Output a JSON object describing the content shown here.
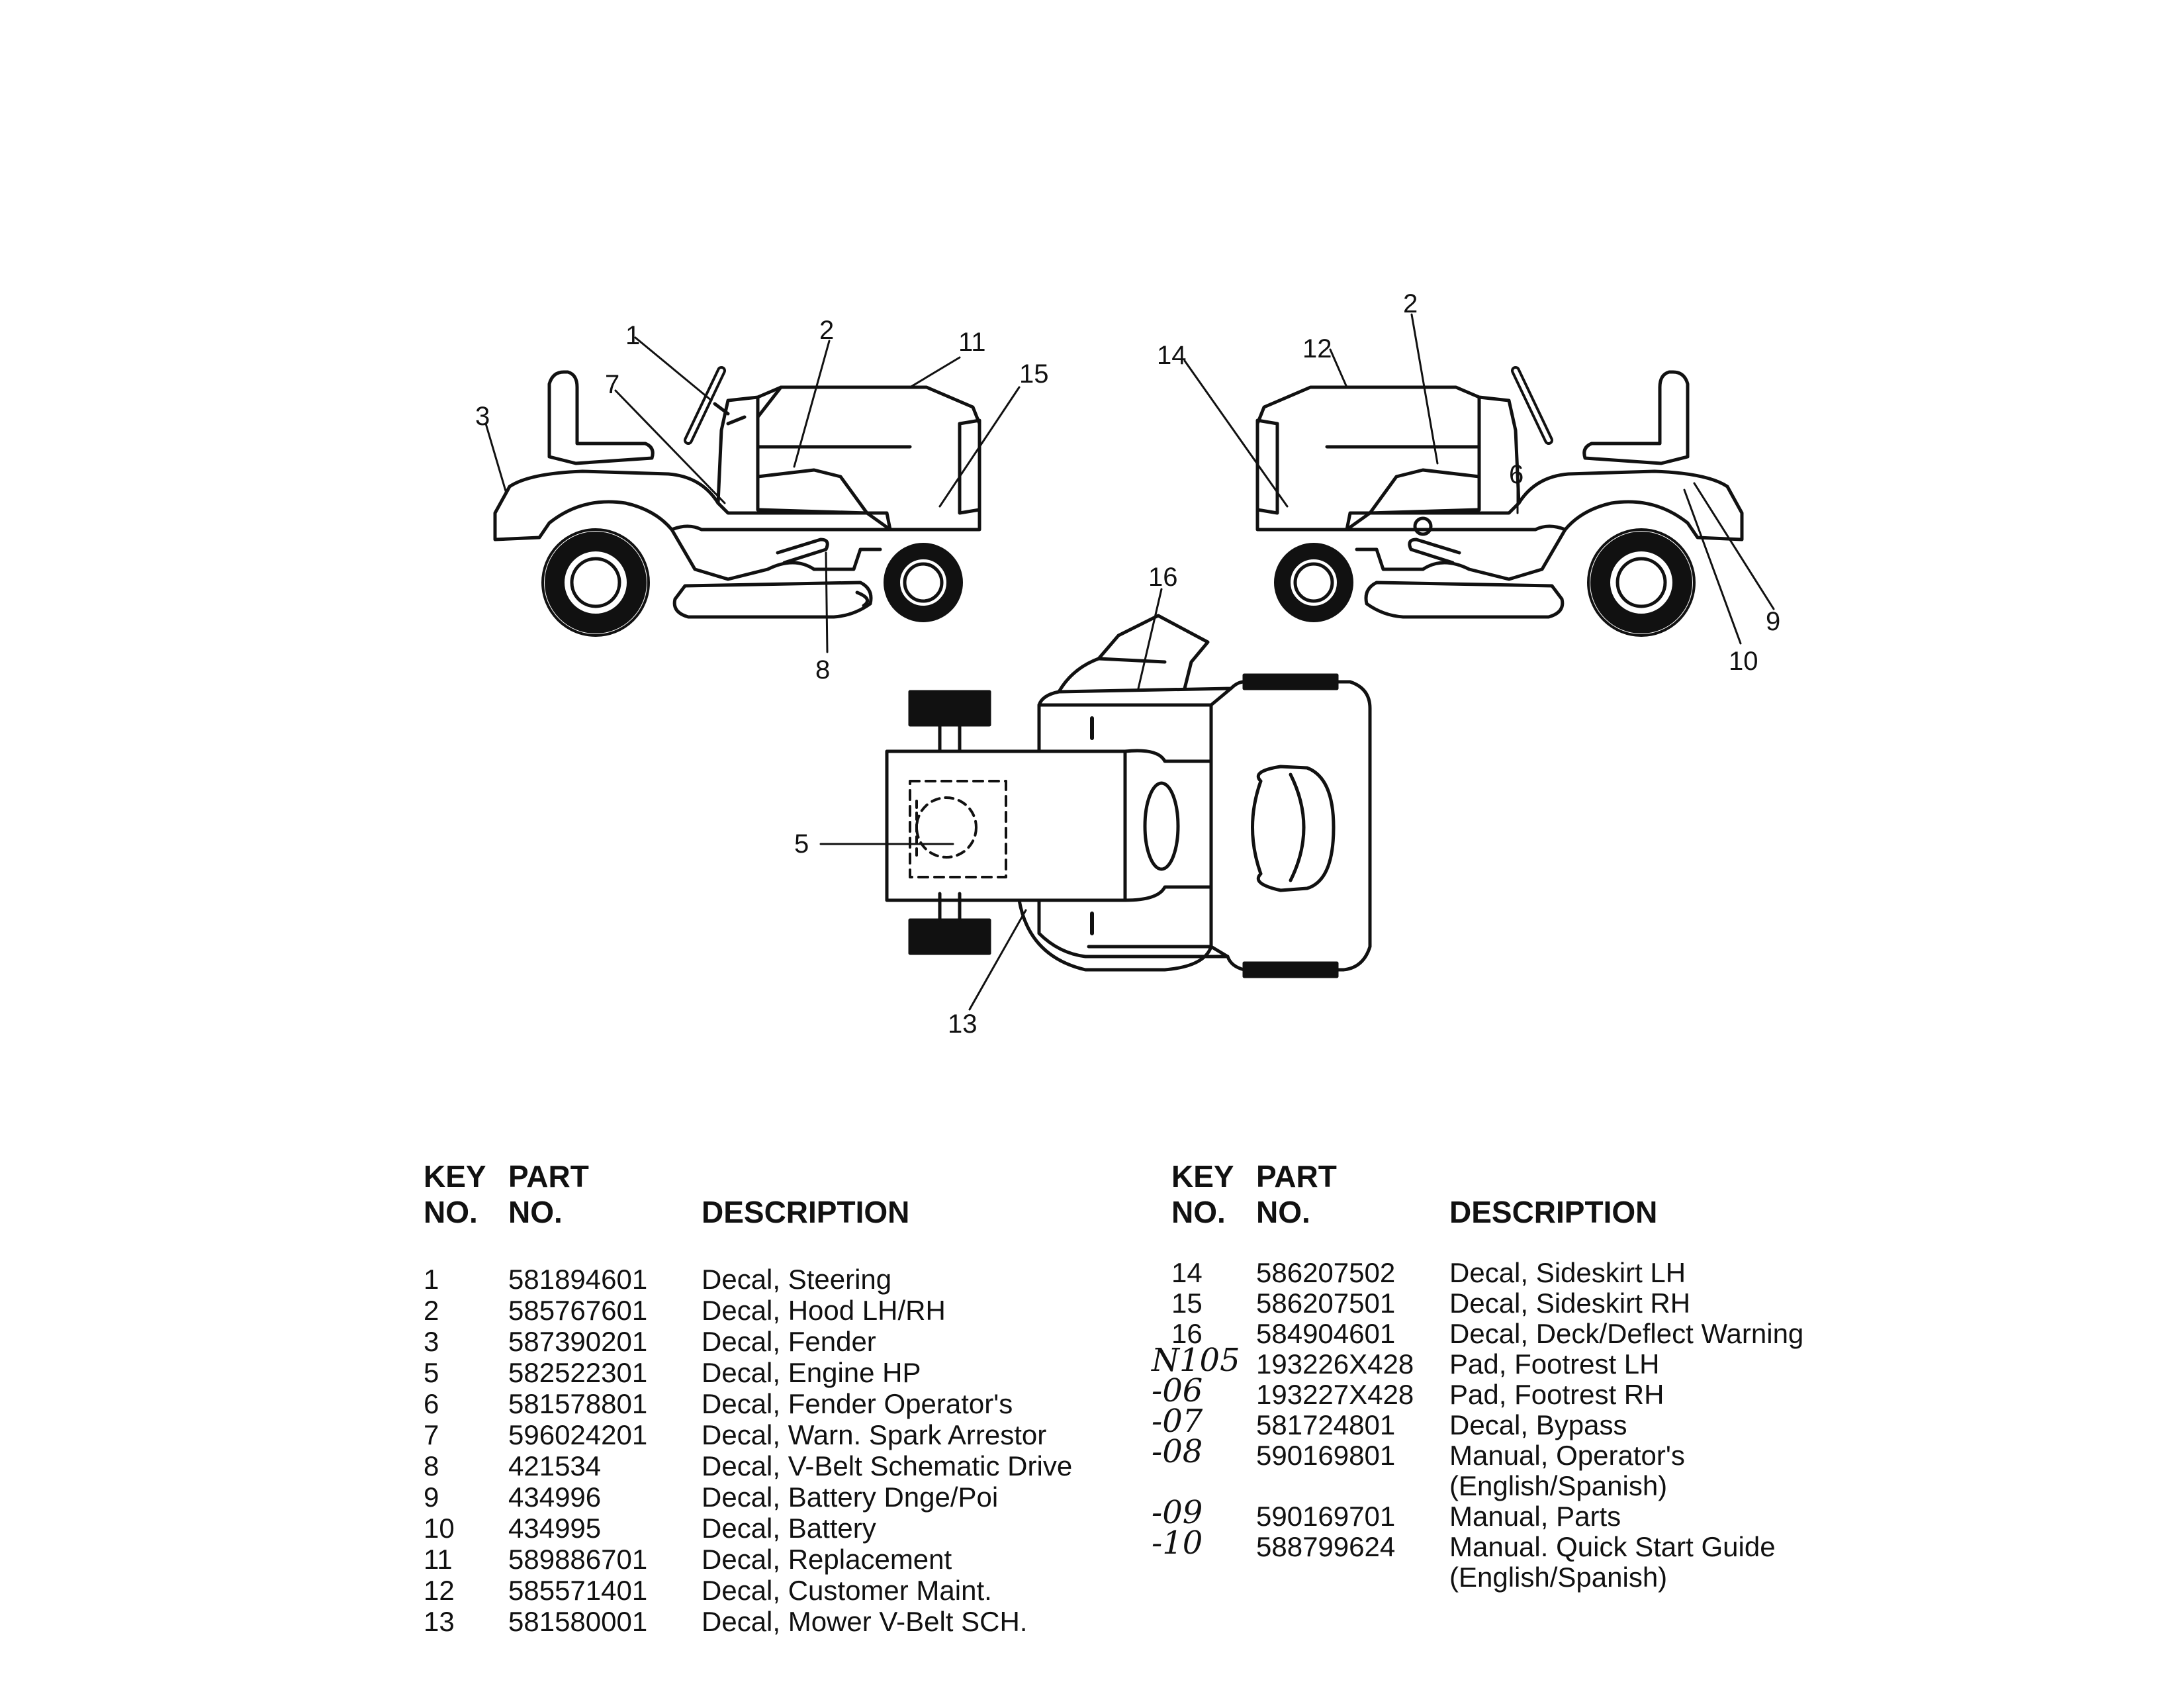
{
  "callouts": [
    "1",
    "2",
    "3",
    "5",
    "6",
    "7",
    "8",
    "9",
    "10",
    "11",
    "12",
    "13",
    "14",
    "15",
    "16"
  ],
  "left_table": {
    "headers": {
      "key_line1": "KEY",
      "key_line2": "NO.",
      "part_line1": "PART",
      "part_line2": "NO.",
      "description": "DESCRIPTION"
    },
    "rows": [
      {
        "key": "1",
        "part": "581894601",
        "desc": "Decal, Steering"
      },
      {
        "key": "2",
        "part": "585767601",
        "desc": "Decal, Hood LH/RH"
      },
      {
        "key": "3",
        "part": "587390201",
        "desc": "Decal, Fender"
      },
      {
        "key": "5",
        "part": "582522301",
        "desc": "Decal, Engine HP"
      },
      {
        "key": "6",
        "part": "581578801",
        "desc": "Decal, Fender Operator's"
      },
      {
        "key": "7",
        "part": "596024201",
        "desc": "Decal, Warn. Spark Arrestor"
      },
      {
        "key": "8",
        "part": "421534",
        "desc": "Decal, V-Belt Schematic Drive"
      },
      {
        "key": "9",
        "part": "434996",
        "desc": "Decal,  Battery Dnge/Poi"
      },
      {
        "key": "10",
        "part": "434995",
        "desc": "Decal, Battery"
      },
      {
        "key": "11",
        "part": "589886701",
        "desc": "Decal, Replacement"
      },
      {
        "key": "12",
        "part": "585571401",
        "desc": "Decal, Customer Maint."
      },
      {
        "key": "13",
        "part": "581580001",
        "desc": "Decal, Mower V-Belt SCH."
      }
    ]
  },
  "right_table": {
    "headers": {
      "key_line1": "KEY",
      "key_line2": "NO.",
      "part_line1": "PART",
      "part_line2": "NO.",
      "description": "DESCRIPTION"
    },
    "rows": [
      {
        "key": "14",
        "part": "586207502",
        "desc": "Decal, Sideskirt LH",
        "desc2": ""
      },
      {
        "key": "15",
        "part": "586207501",
        "desc": "Decal, Sideskirt RH",
        "desc2": ""
      },
      {
        "key": "16",
        "part": "584904601",
        "desc": "Decal, Deck/Deflect Warning",
        "desc2": ""
      },
      {
        "key": "N105",
        "part": "193226X428",
        "desc": "Pad, Footrest LH",
        "desc2": ""
      },
      {
        "key": "-06",
        "part": "193227X428",
        "desc": "Pad, Footrest RH",
        "desc2": ""
      },
      {
        "key": "-07",
        "part": "581724801",
        "desc": "Decal, Bypass",
        "desc2": ""
      },
      {
        "key": "-08",
        "part": "590169801",
        "desc": "Manual, Operator's",
        "desc2": "(English/Spanish)"
      },
      {
        "key": "-09",
        "part": "590169701",
        "desc": "Manual, Parts",
        "desc2": ""
      },
      {
        "key": "-10",
        "part": "588799624",
        "desc": "Manual. Quick Start Guide",
        "desc2": "(English/Spanish)"
      }
    ]
  }
}
